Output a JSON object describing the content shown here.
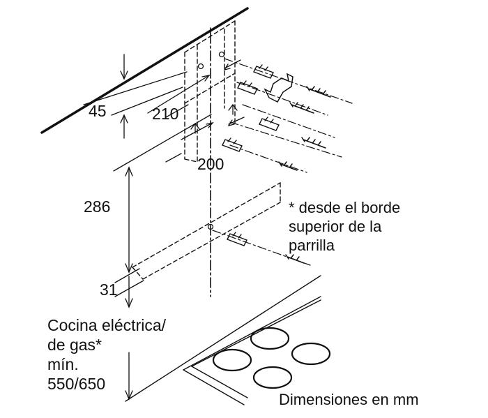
{
  "dimensions": {
    "d45": "45",
    "d210": "210",
    "d200": "200",
    "d286": "286",
    "d31": "31"
  },
  "note": {
    "line1": "* desde el borde",
    "line2": "superior de la",
    "line3": "parrilla"
  },
  "cooktop": {
    "line1": "Cocina eléctrica/",
    "line2": "de gas*",
    "line3": "mín.",
    "line4": "550/650"
  },
  "footer": "Dimensiones en mm",
  "colors": {
    "ink": "#111111",
    "background": "#ffffff"
  }
}
